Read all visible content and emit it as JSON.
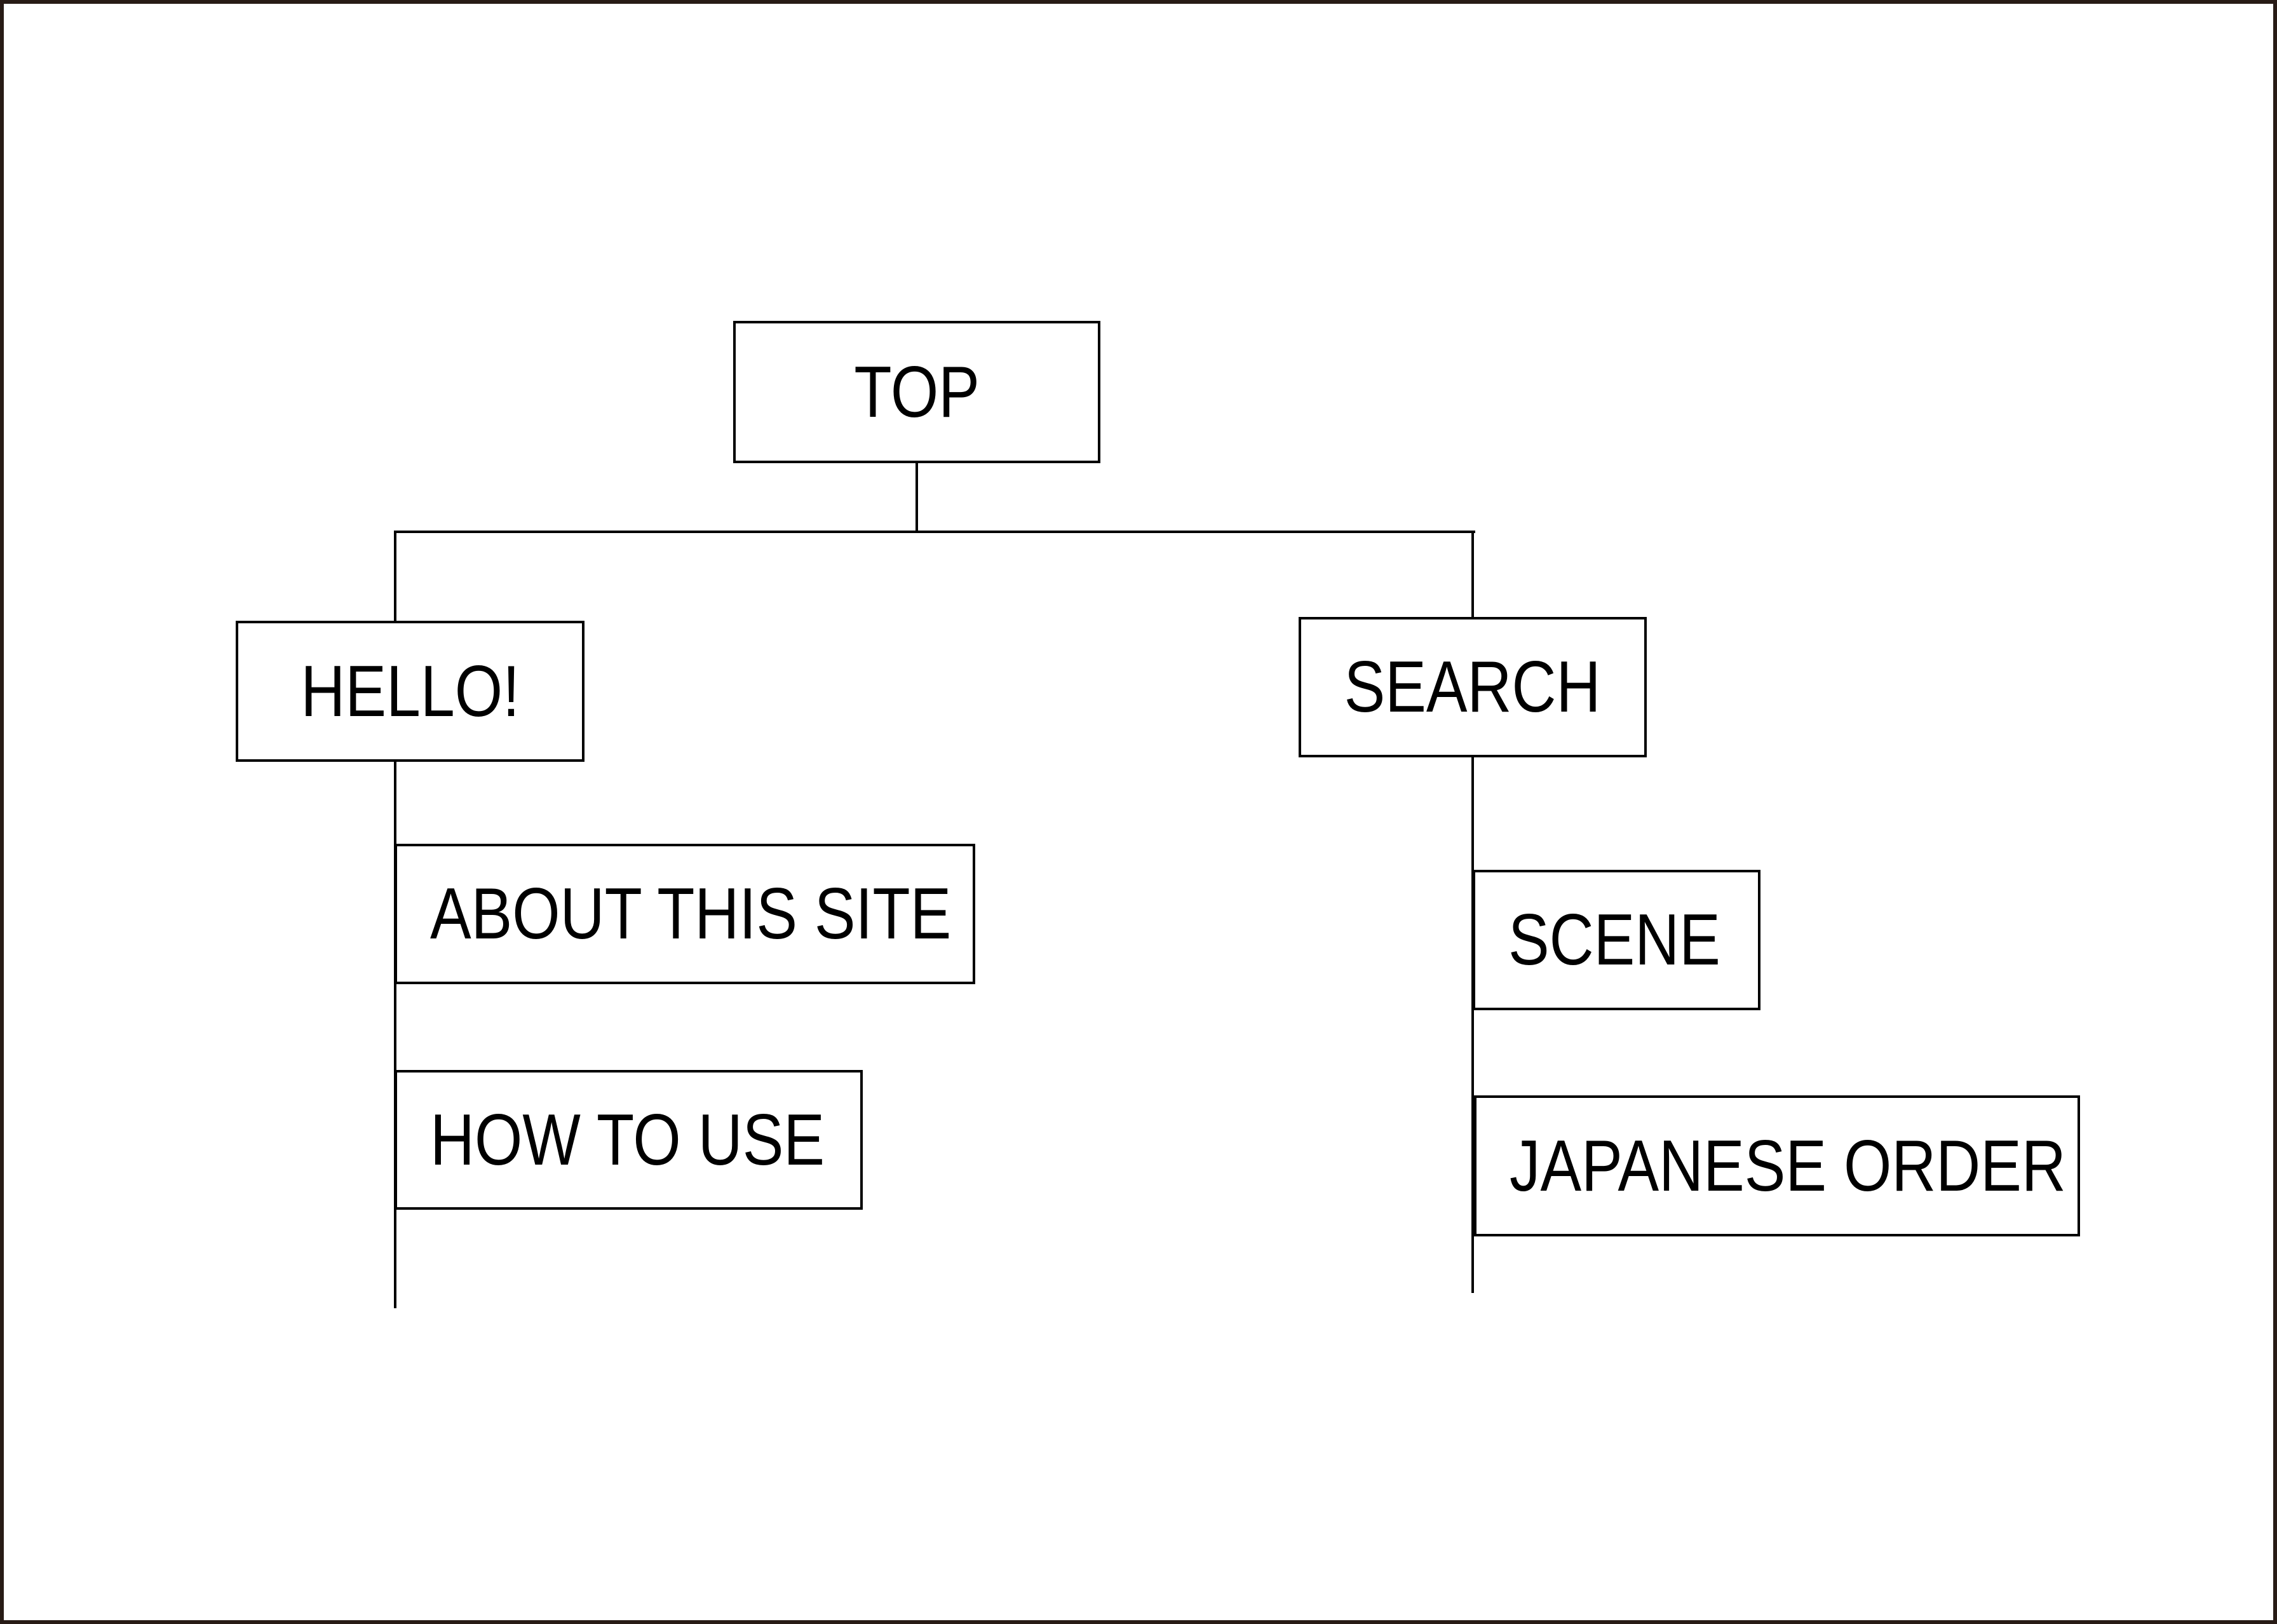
{
  "diagram": {
    "title": "site map tree",
    "type": "sitemap",
    "colors": {
      "frame_border": "#281b16",
      "connector_line": "#000000",
      "node_border": "#000000",
      "node_background": "#ffffff",
      "node_text": "#000000",
      "page_background": "#ffffff"
    },
    "nodes": [
      {
        "id": "top",
        "label": "TOP",
        "level": 1
      },
      {
        "id": "hello",
        "label": "HELLO!",
        "level": 2
      },
      {
        "id": "search",
        "label": "SEARCH",
        "level": 2
      },
      {
        "id": "about-this-site",
        "label": "ABOUT THIS SITE",
        "level": 3
      },
      {
        "id": "how-to-use",
        "label": "HOW TO USE",
        "level": 3
      },
      {
        "id": "scene",
        "label": "SCENE",
        "level": 3
      },
      {
        "id": "japanese-order",
        "label": "JAPANESE ORDER",
        "level": 3
      }
    ],
    "edges": [
      {
        "from": "top",
        "to": "hello"
      },
      {
        "from": "top",
        "to": "search"
      },
      {
        "from": "hello",
        "to": "about-this-site"
      },
      {
        "from": "hello",
        "to": "how-to-use"
      },
      {
        "from": "search",
        "to": "scene"
      },
      {
        "from": "search",
        "to": "japanese-order"
      }
    ]
  }
}
